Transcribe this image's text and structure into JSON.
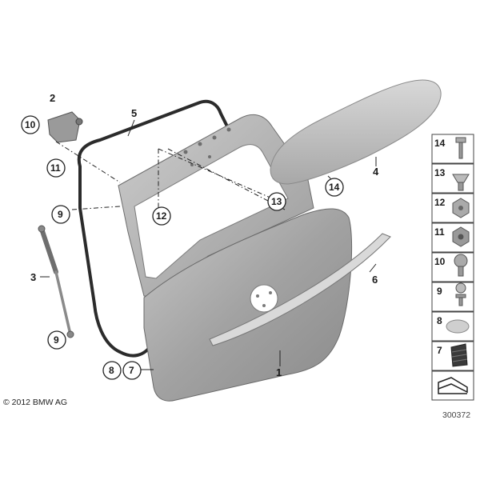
{
  "copyright": "© 2012 BMW AG",
  "reference": "300372",
  "callouts": {
    "c1": "1",
    "c2": "2",
    "c3": "3",
    "c4": "4",
    "c5": "5",
    "c6": "6",
    "c7": "7",
    "c8": "8",
    "c9a": "9",
    "c9b": "9",
    "c10": "10",
    "c11": "11",
    "c12": "12",
    "c13": "13",
    "c14": "14"
  },
  "parts_panel": [
    "14",
    "13",
    "12",
    "11",
    "10",
    "9",
    "8",
    "7"
  ],
  "colors": {
    "part_gray": "#9c9c9c",
    "light_gray": "#cfcfcf",
    "seal_black": "#2b2b2b"
  },
  "icons": {
    "bottom_cell": "symbol-icon"
  }
}
